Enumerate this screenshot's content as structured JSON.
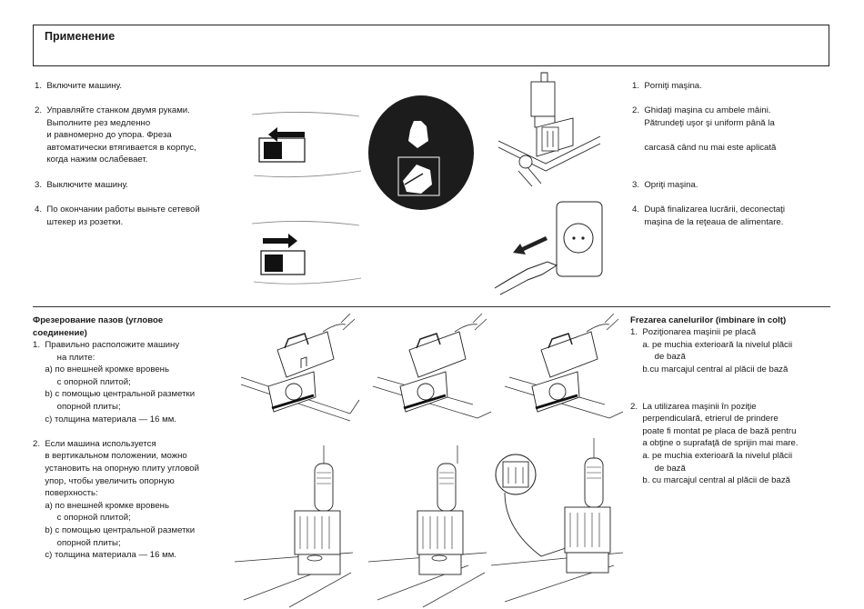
{
  "header": {
    "title": "Применение"
  },
  "usage_ru": [
    "1.  Включите машину.",
    "2.  Управляйте станком двумя руками.\n     Выполните рез медленно\n     и равномерно до упора. Фреза\n     автоматически втягивается в корпус,\n     когда нажим ослабевает.",
    "3.  Выключите машину.",
    "4.  По окончании работы выньте сетевой\n     штекер из розетки."
  ],
  "usage_ro": [
    "1.  Porniţi maşina.",
    "2.  Ghidaţi maşina cu ambele mâini.\n     Pătrundeţi uşor şi uniform până la",
    "     carcasă când nu mai este aplicată",
    "3.  Opriţi maşina.",
    "4.  După finalizarea lucrării, deconectaţi\n     maşina de la reţeaua de alimentare."
  ],
  "grooving_ru": {
    "heading": "Фрезерование пазов (угловое\nсоединение)",
    "body": "1.  Правильно расположите машину\n          на плите:\n     a) по внешней кромке вровень\n          с опорной плитой;\n     b) с помощью центральной разметки\n          опорной плиты;\n     c) толщина материала — 16 мм.\n\n2.  Если машина используется\n     в вертикальном положении, можно\n     установить на опорную плиту угловой\n     упор, чтобы увеличить опорную\n     поверхность:\n     a) по внешней кромке вровень\n          с опорной плитой;\n     b) с помощью центральной разметки\n          опорной плиты;\n     c) толщина материала — 16 мм."
  },
  "grooving_ro": {
    "heading": "Frezarea canelurilor (îmbinare în colţ)",
    "body": "1.  Poziţionarea maşinii pe placă\n     a. pe muchia exterioară la nivelul plăcii\n          de bază\n     b.cu marcajul central al plăcii de bază\n\n\n2.  La utilizarea maşinii în poziţie\n     perpendiculară, etrierul de prindere\n     poate fi montat pe placa de bază pentru\n     a obţine o suprafaţă de sprijin mai mare.\n     a. pe muchia exterioară la nivelul plăcii\n          de bază\n     b. cu marcajul central al plăcii de bază"
  }
}
